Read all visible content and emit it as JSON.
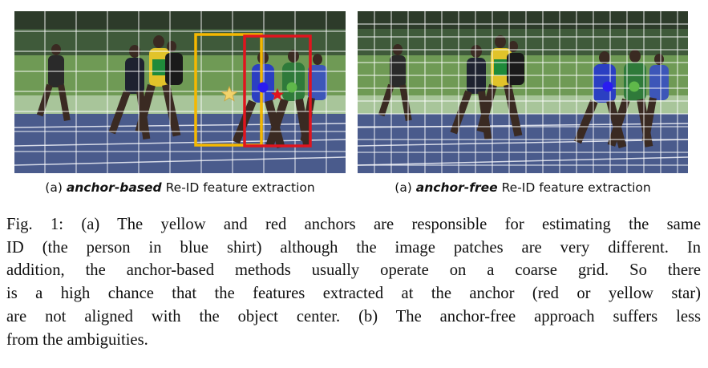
{
  "panels": [
    {
      "caption_prefix": "(a)",
      "caption_keyword": "anchor-based",
      "caption_suffix": "Re-ID feature extraction"
    },
    {
      "caption_prefix": "(a)",
      "caption_keyword": "anchor-free",
      "caption_suffix": "Re-ID feature extraction"
    }
  ],
  "caption": {
    "lines": [
      "Fig. 1: (a) The yellow and red anchors are responsible for estimating the same",
      "ID (the person in blue shirt) although the image patches are very different. In",
      "addition, the anchor-based methods usually operate on a coarse grid. So there",
      "is a high chance that the features extracted at the anchor (red or yellow star)",
      "are not aligned with the object center. (b) The anchor-free approach suffers less",
      "from the ambiguities."
    ]
  },
  "colors": {
    "yellow_anchor": "#f5b800",
    "red_anchor": "#e0141e",
    "blue_marker": "#2a1cf0",
    "green_marker": "#5fb84a",
    "grid": "#ffffff"
  }
}
